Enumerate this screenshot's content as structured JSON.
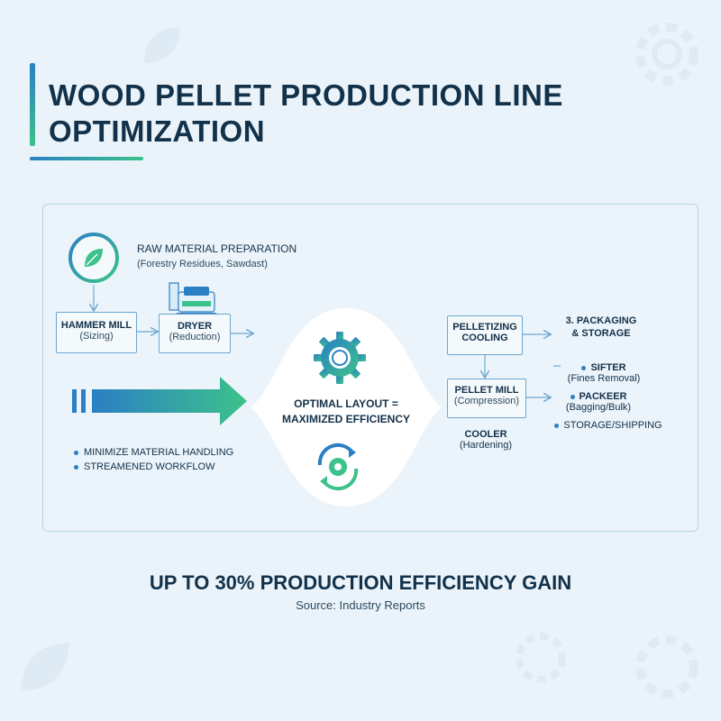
{
  "header": {
    "title_line1": "WOOD PELLET PRODUCTION LINE",
    "title_line2": "OPTIMIZATION"
  },
  "raw_material": {
    "title": "RAW MATERIAL PREPARATION",
    "subtitle": "(Forestry Residues, Sawdast)"
  },
  "hammer_mill": {
    "title": "HAMMER MILL",
    "sub": "(Sizing)"
  },
  "dryer": {
    "title": "DRYER",
    "sub": "(Reduction)"
  },
  "center": {
    "line1": "OPTIMAL LAYOUT =",
    "line2": "MAXIMIZED EFFICIENCY"
  },
  "bullets": [
    "MINIMIZE MATERIAL HANDLING",
    "STREAMENED WORKFLOW"
  ],
  "pelletizing": {
    "line1": "PELLETIZING",
    "line2": "COOLING"
  },
  "pellet_mill": {
    "title": "PELLET MILL",
    "sub": "(Compression)"
  },
  "cooler": {
    "title": "COOLER",
    "sub": "(Hardening)"
  },
  "packaging": {
    "line1": "3. PACKAGING",
    "line2": "& STORAGE"
  },
  "right_list": [
    {
      "title": "SIFTER",
      "sub": "(Fines Removal)"
    },
    {
      "title": "PACKEER",
      "sub": "(Bagging/Bulk)"
    },
    {
      "title": "STORAGE/SHIPPING",
      "sub": ""
    }
  ],
  "footer": {
    "gain": "UP TO 30% PRODUCTION EFFICIENCY GAIN",
    "source": "Source: Industry Reports"
  },
  "colors": {
    "blue": "#2b7fc4",
    "green": "#3cc28a",
    "navy": "#12314a"
  }
}
